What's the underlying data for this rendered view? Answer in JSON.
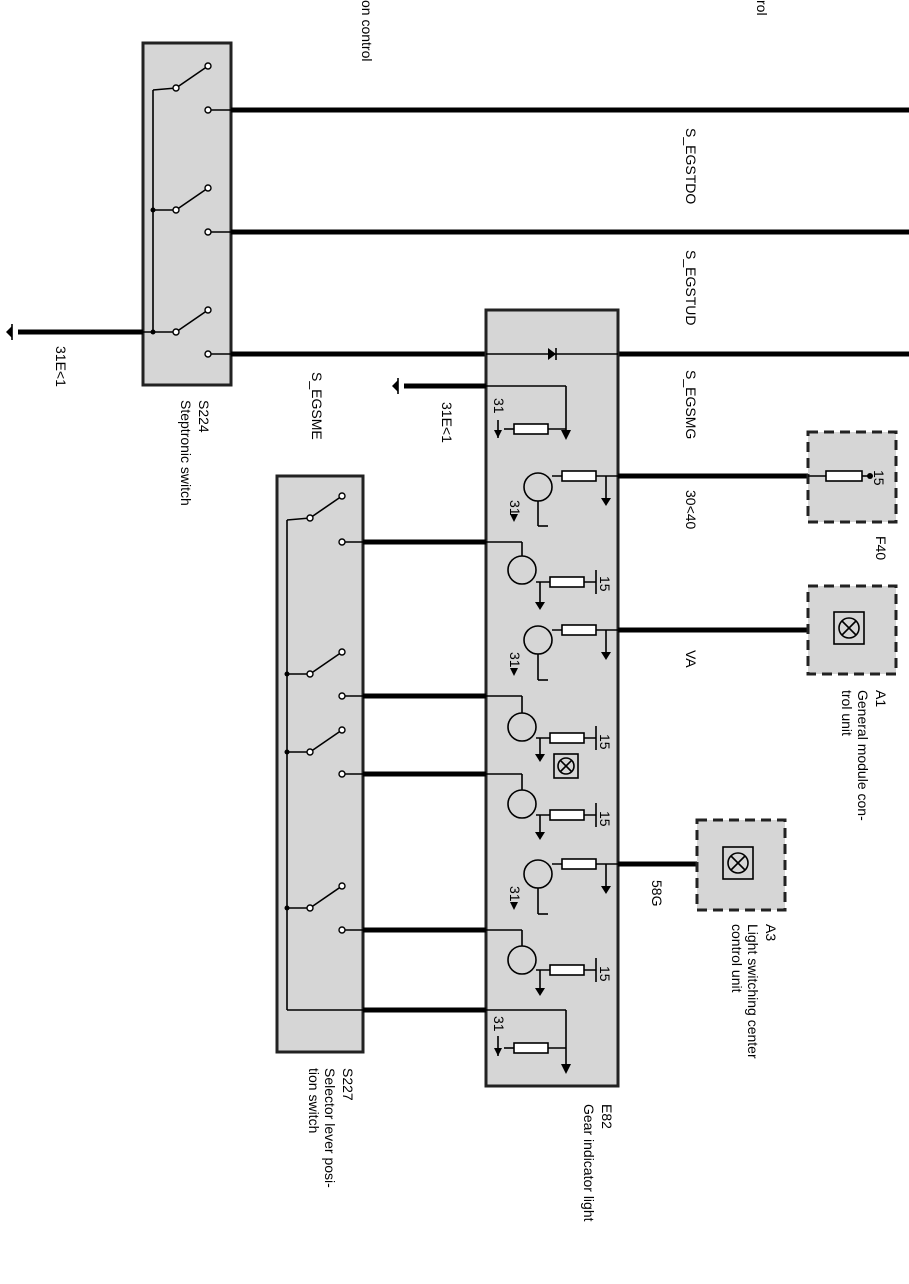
{
  "top_labels": {
    "left": "on control",
    "right": "rol"
  },
  "components": {
    "s224": {
      "id": "S224",
      "name": "Steptronic switch"
    },
    "s227": {
      "id": "S227",
      "name_line1": "Selector lever posi-",
      "name_line2": "tion switch"
    },
    "e82": {
      "id": "E82",
      "name": "Gear indicator light"
    },
    "f40": {
      "id": "F40",
      "pin": "15"
    },
    "a1": {
      "id": "A1",
      "name_line1": "General module con-",
      "name_line2": "trol unit"
    },
    "a3": {
      "id": "A3",
      "name_line1": "Light switching center",
      "name_line2": "control unit"
    }
  },
  "signals": {
    "egstdo": "S_EGSTDO",
    "egstud": "S_EGSTUD",
    "egsmg": "S_EGSMG",
    "egsme": "S_EGSME",
    "v30": "30<40",
    "va": "VA",
    "g58": "58G"
  },
  "grounds": {
    "g1": "31E<1",
    "g2": "31E<1"
  },
  "pins": {
    "p31": "31",
    "p15": "15"
  }
}
